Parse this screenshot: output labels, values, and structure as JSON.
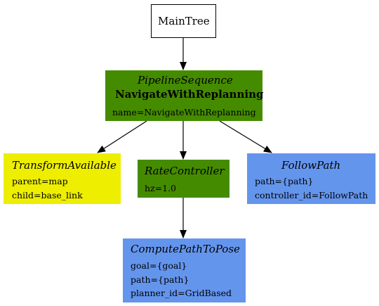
{
  "root": {
    "label": "MainTree"
  },
  "pipeline": {
    "type": "PipelineSequence",
    "name": "NavigateWithReplanning",
    "params": [
      "name=NavigateWithReplanning"
    ],
    "color": "#458b00"
  },
  "transform": {
    "type": "TransformAvailable",
    "params": [
      "parent=map",
      "child=base_link"
    ],
    "color": "#eeee00"
  },
  "rate": {
    "type": "RateController",
    "params": [
      "hz=1.0"
    ],
    "color": "#458b00"
  },
  "follow": {
    "type": "FollowPath",
    "params": [
      "path={path}",
      "controller_id=FollowPath"
    ],
    "color": "#6495ed"
  },
  "compute": {
    "type": "ComputePathToPose",
    "params": [
      "goal={goal}",
      "path={path}",
      "planner_id=GridBased"
    ],
    "color": "#6495ed"
  },
  "edges": [
    {
      "from": "MainTree",
      "to": "NavigateWithReplanning"
    },
    {
      "from": "NavigateWithReplanning",
      "to": "TransformAvailable"
    },
    {
      "from": "NavigateWithReplanning",
      "to": "RateController"
    },
    {
      "from": "NavigateWithReplanning",
      "to": "FollowPath"
    },
    {
      "from": "RateController",
      "to": "ComputePathToPose"
    }
  ]
}
